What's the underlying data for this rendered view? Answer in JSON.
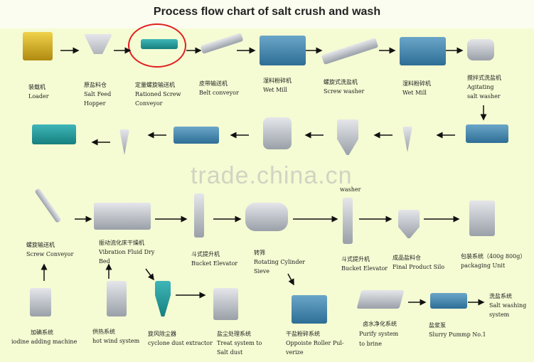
{
  "title": "Process flow chart of salt crush and wash",
  "watermark": "trade.china.cn",
  "row1": [
    {
      "cn": "装载机",
      "en": [
        "Loader"
      ]
    },
    {
      "cn": "原盐料仓",
      "en": [
        "Salt Feed",
        "Hopper"
      ]
    },
    {
      "cn": "定量螺旋输送机",
      "en": [
        "Rationed Screw",
        "Conveyor"
      ]
    },
    {
      "cn": "皮带输送机",
      "en": [
        "Belt conveyor"
      ]
    },
    {
      "cn": "湿料粉碎机",
      "en": [
        "Wet Mill"
      ]
    },
    {
      "cn": "螺旋式洗盐机",
      "en": [
        "Screw washer"
      ]
    },
    {
      "cn": "湿料粉碎机",
      "en": [
        "Wet Mill"
      ]
    },
    {
      "cn": "搅拌式洗盐机",
      "en": [
        "Agitating",
        "salt washer"
      ]
    }
  ],
  "washer_label": "washer",
  "row3": [
    {
      "cn": "螺旋输送机",
      "en": [
        "Screw Conveyor"
      ]
    },
    {
      "cn": "振动流化床干燥机",
      "en": [
        "Vibration Fluid Dry",
        "Bed"
      ]
    },
    {
      "cn": "斗式提升机",
      "en": [
        "Bucket Elevator"
      ]
    },
    {
      "cn": "转筛",
      "en": [
        "Rotating Cylinder",
        "Sieve"
      ]
    },
    {
      "cn": "斗式提升机",
      "en": [
        "Bucket Elevator"
      ]
    },
    {
      "cn": "成品盐料仓",
      "en": [
        "Final Product Silo"
      ]
    },
    {
      "cn": "包装系统（400g 800g）",
      "en": [
        "packaging Unit"
      ]
    }
  ],
  "row4": [
    {
      "cn": "加碘系统",
      "en": [
        "iodine adding machine"
      ]
    },
    {
      "cn": "供热系统",
      "en": [
        "hot wind system"
      ]
    },
    {
      "cn": "旋风除尘器",
      "en": [
        "cyclone dust extractor"
      ]
    },
    {
      "cn": "盐尘处理系统",
      "en": [
        "Treat system to",
        "Salt dust"
      ]
    },
    {
      "cn": "干盐粉碎系统",
      "en": [
        "Oppoiste Roller Pul-",
        "verize"
      ]
    },
    {
      "cn": "卤水净化系统",
      "en": [
        "Purify system",
        "to brine"
      ]
    },
    {
      "cn": "盐浆泵",
      "en": [
        "Slurry Pummp No.1"
      ]
    },
    {
      "cn": "洗盐系统",
      "en": [
        "Salt washing",
        "system"
      ]
    }
  ]
}
